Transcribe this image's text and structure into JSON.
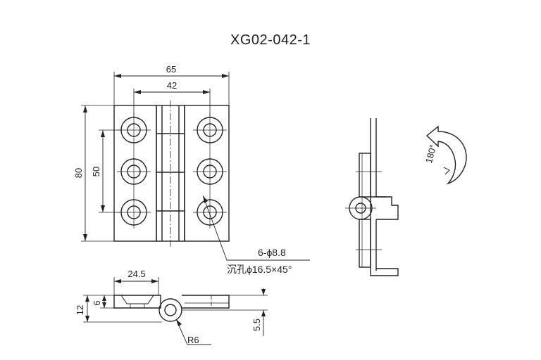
{
  "drawing": {
    "title": "XG02-042-1",
    "dimensions": {
      "width_overall": "65",
      "hole_spacing_x": "42",
      "height_overall": "80",
      "hole_spacing_y": "50",
      "hole_offset": "24.5",
      "thickness_total": "12",
      "thickness_leaf": "6",
      "pin_offset": "5.5",
      "pin_radius": "R6"
    },
    "callout": {
      "holes": "6-ϕ8.8",
      "countersink": "沉孔ϕ16.5×45°"
    },
    "rotation": "180°"
  }
}
